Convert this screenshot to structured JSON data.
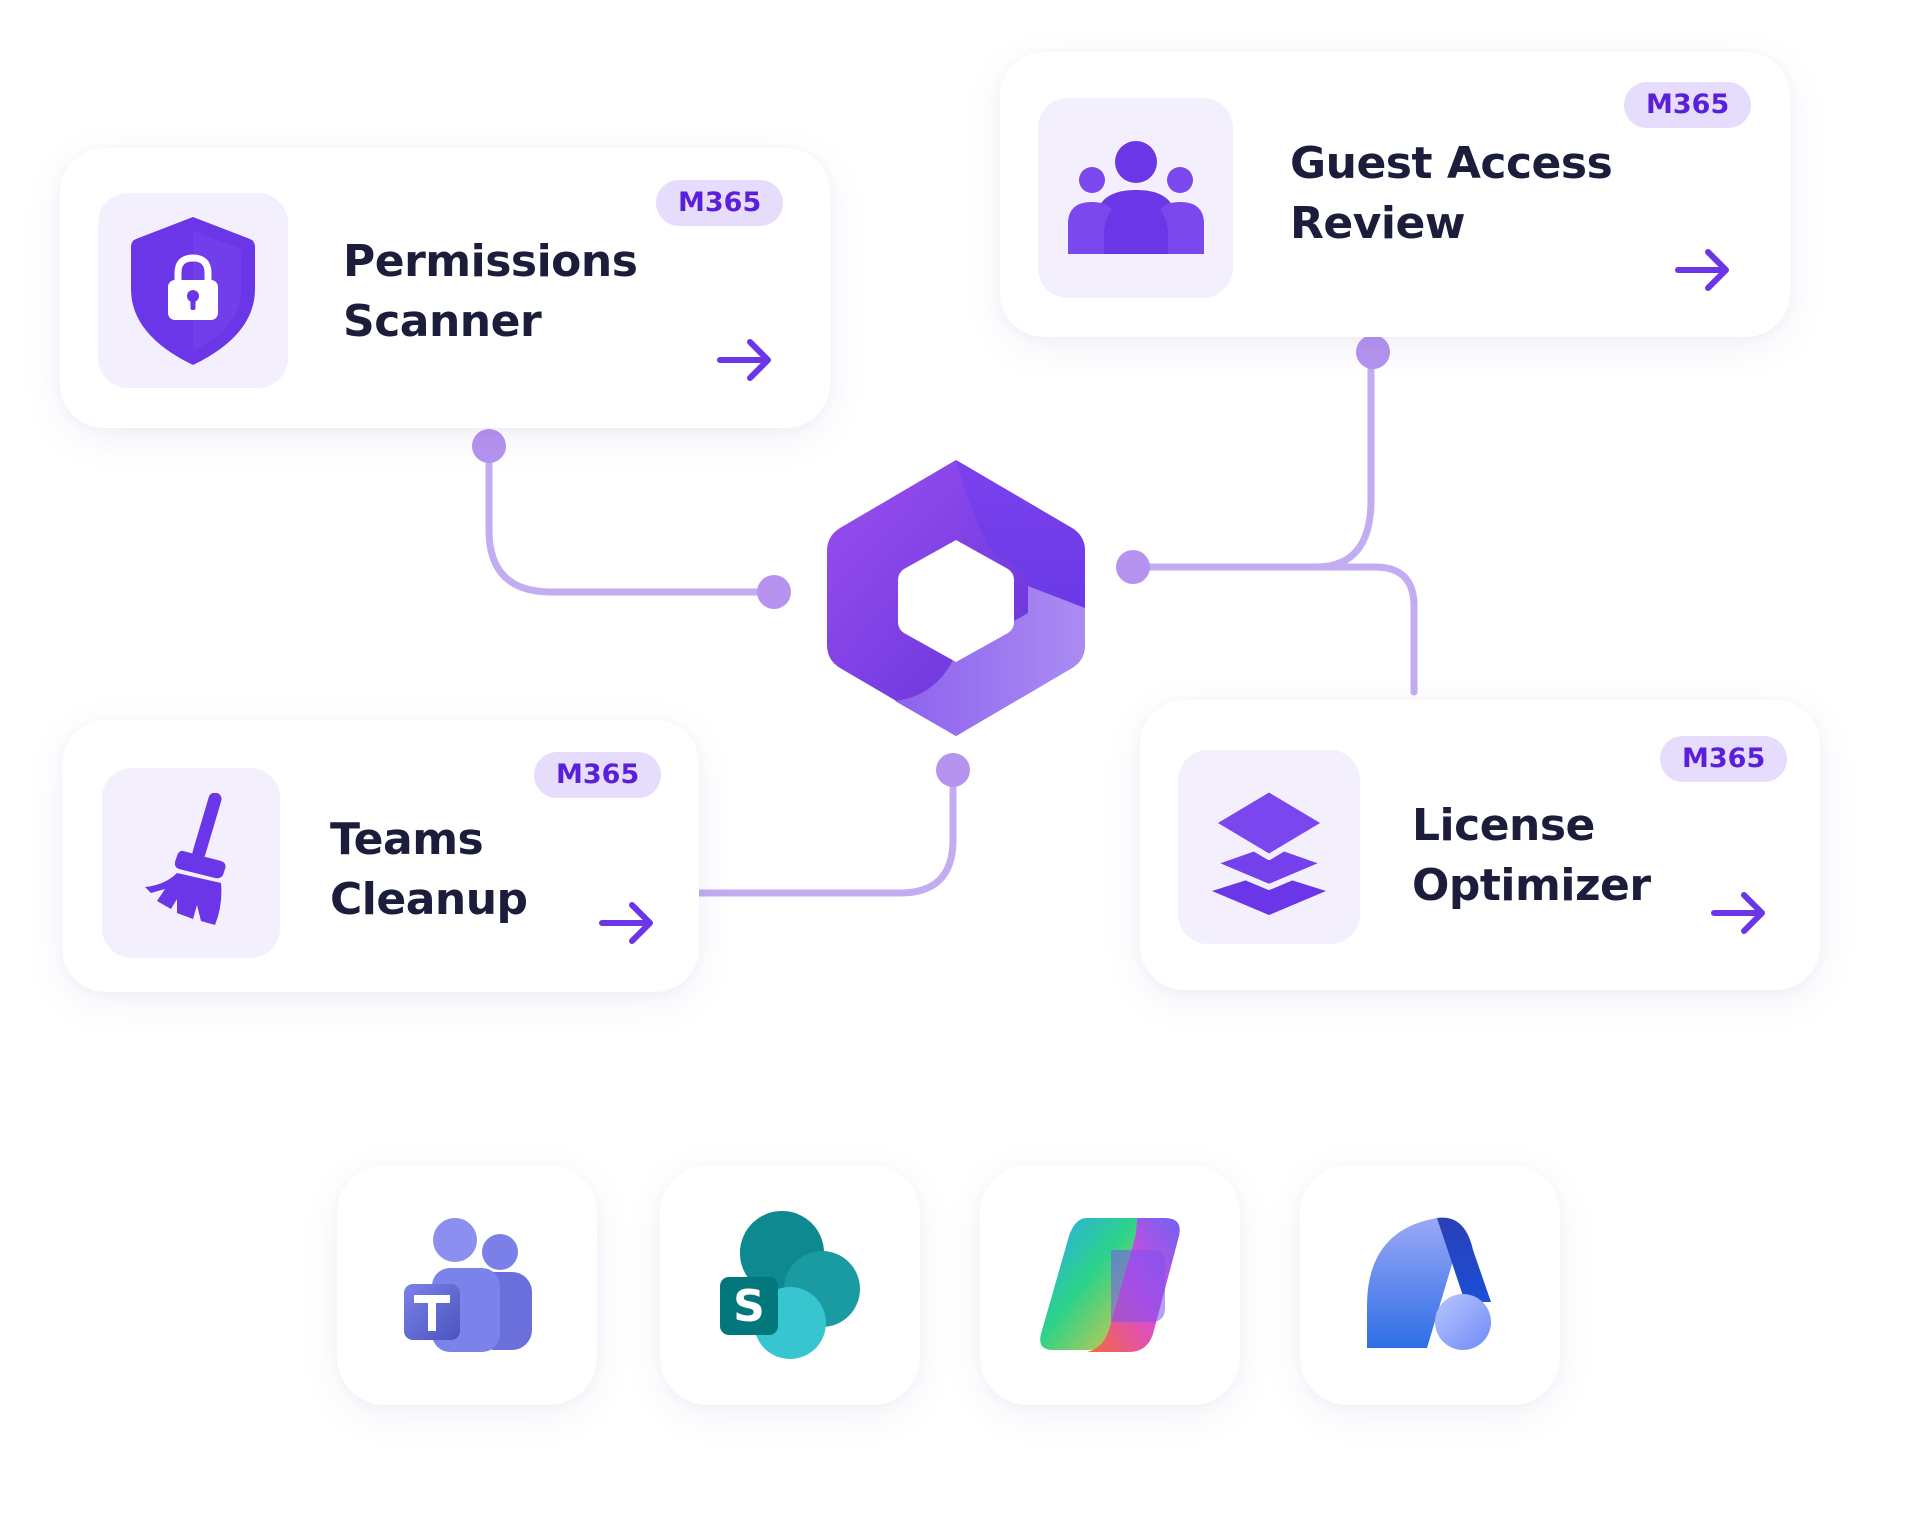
{
  "hub": {
    "icon": "microsoft-365-hexagon-logo"
  },
  "cards": [
    {
      "id": "permissions-scanner",
      "title_line1": "Permissions",
      "title_line2": "Scanner",
      "badge": "M365",
      "icon": "shield-lock-icon",
      "action_icon": "arrow-right-icon"
    },
    {
      "id": "guest-access-review",
      "title_line1": "Guest Access",
      "title_line2": "Review",
      "badge": "M365",
      "icon": "users-group-icon",
      "action_icon": "arrow-right-icon"
    },
    {
      "id": "teams-cleanup",
      "title_line1": "Teams",
      "title_line2": "Cleanup",
      "badge": "M365",
      "icon": "broom-icon",
      "action_icon": "arrow-right-icon"
    },
    {
      "id": "license-optimizer",
      "title_line1": "License",
      "title_line2": "Optimizer",
      "badge": "M365",
      "icon": "layers-stack-icon",
      "action_icon": "arrow-right-icon"
    }
  ],
  "apps": [
    {
      "icon": "microsoft-teams-logo"
    },
    {
      "icon": "sharepoint-logo"
    },
    {
      "icon": "copilot-logo"
    },
    {
      "icon": "power-automate-logo"
    }
  ],
  "colors": {
    "accent": "#6b35e8",
    "connector": "#c2acf2",
    "tile_bg": "#f3effd",
    "badge_bg": "#e6dcfc",
    "badge_text": "#5a1fd8",
    "title_text": "#1b1d3a"
  }
}
